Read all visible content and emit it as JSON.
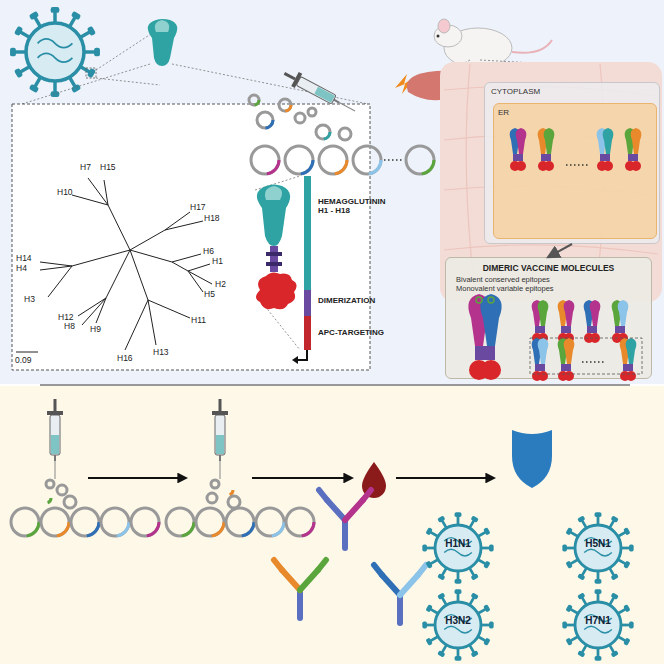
{
  "diagram": {
    "nodes": [
      {
        "text": [
          "CYTOPLASM"
        ]
      },
      {
        "text": [
          "ER"
        ],
        "in": 0
      },
      {
        "text": [
          "DIMERIC VACCINE MOLECULES",
          "Bivalent conserved epitopes",
          "Monovalent variable epitopes"
        ]
      }
    ],
    "edges": [
      {
        "from": 0,
        "to": 2,
        "arrow": "to"
      }
    ],
    "labels": [
      "H7",
      "H15",
      "H10",
      "H17",
      "H18",
      "H14",
      "H4",
      "H6",
      "H3",
      "H1",
      "H2",
      "H5",
      "H12",
      "H8",
      "H9",
      "H11",
      "H16",
      "H13",
      "0.09",
      "HEMAGGLUTININ H1 - H18",
      "DIMERIZATION",
      "APC-TARGETING",
      "H1N1",
      "H5N1",
      "H3N2",
      "H7N1"
    ]
  }
}
